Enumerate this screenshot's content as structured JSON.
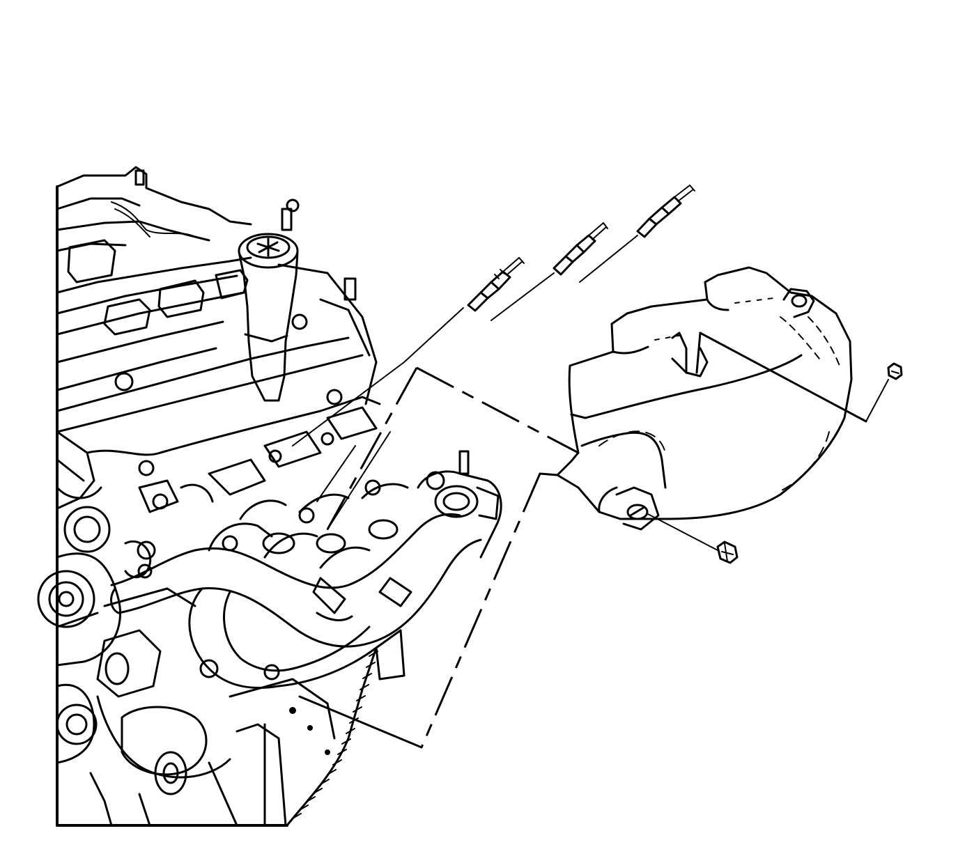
{
  "figure": {
    "kind": "exploded-view",
    "colors": {
      "ink": "#000000",
      "paper": "#ffffff"
    },
    "parts": [
      {
        "id": "engine-block",
        "label": ""
      },
      {
        "id": "exhaust-manifold",
        "label": ""
      },
      {
        "id": "heat-shield",
        "label": ""
      },
      {
        "id": "manifold-stud",
        "count": 3
      },
      {
        "id": "heat-shield-bolt",
        "count": 2
      }
    ]
  }
}
